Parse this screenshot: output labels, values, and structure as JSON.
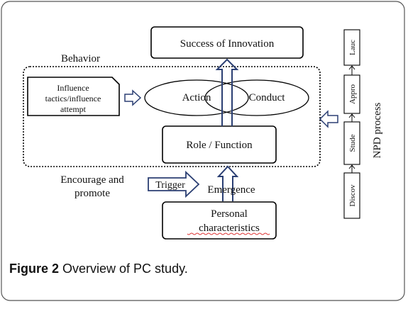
{
  "diagram": {
    "success": "Success of Innovation",
    "behavior_label": "Behavior",
    "influence": [
      "Influence",
      "tactics/influence",
      "attempt"
    ],
    "action": "Action",
    "conduct": "Conduct",
    "role": "Role / Function",
    "encourage": [
      "Encourage and",
      "promote"
    ],
    "trigger": "Trigger",
    "emergence": "Emergence",
    "personal": [
      "Personal",
      "characteristics"
    ],
    "npd_label": "NPD process",
    "stages": [
      "Discov",
      "Stude",
      "Appro",
      "Lauc"
    ]
  },
  "caption": {
    "label": "Figure 2",
    "text": " Overview of PC study."
  }
}
